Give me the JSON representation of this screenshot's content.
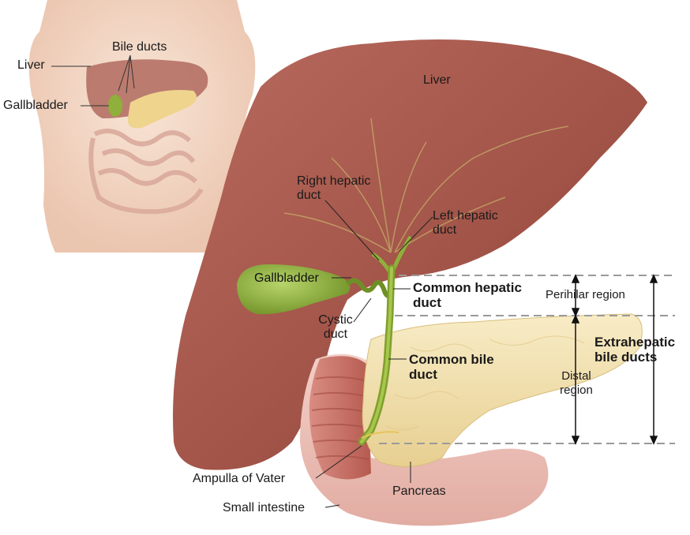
{
  "inset": {
    "liver": "Liver",
    "bile_ducts": "Bile ducts",
    "gallbladder": "Gallbladder"
  },
  "main": {
    "liver": "Liver",
    "right_hepatic_duct": [
      "Right hepatic",
      "duct"
    ],
    "left_hepatic_duct": [
      "Left hepatic",
      "duct"
    ],
    "gallbladder": "Gallbladder",
    "common_hepatic_duct": [
      "Common hepatic",
      "duct"
    ],
    "cystic_duct": [
      "Cystic",
      "duct"
    ],
    "common_bile_duct": [
      "Common bile",
      "duct"
    ],
    "ampulla_of_vater": "Ampulla of Vater",
    "small_intestine": "Small intestine",
    "pancreas": "Pancreas"
  },
  "regions": {
    "perihilar": "Perihilar region",
    "distal": [
      "Distal",
      "region"
    ],
    "extrahepatic": [
      "Extrahepatic",
      "bile ducts"
    ]
  },
  "colors": {
    "liver": "#a85a4e",
    "gallbladder": "#8fb03a",
    "pancreas": "#f3e2b0",
    "intestine": "#c9746a",
    "skin": "#f4d8c4",
    "dashed_line": "#9a9a9a"
  }
}
